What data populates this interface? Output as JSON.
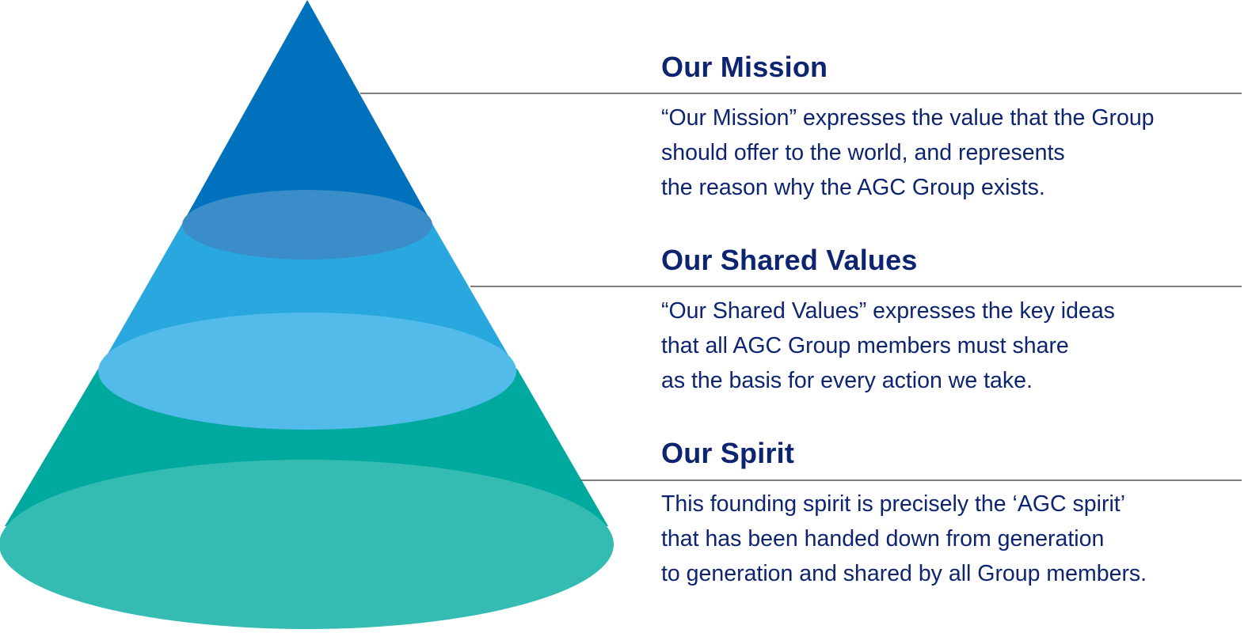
{
  "sections": [
    {
      "title": "Our Mission",
      "lines": [
        "“Our Mission” expresses the value that the Group",
        "should offer to the world, and represents",
        "the reason why the AGC Group exists."
      ]
    },
    {
      "title": "Our Shared Values",
      "lines": [
        "“Our Shared Values” expresses the key ideas",
        "that all AGC Group members must share",
        "as the basis for every action we take."
      ]
    },
    {
      "title": "Our Spirit",
      "lines": [
        "This founding spirit is precisely the ‘AGC spirit’",
        "that has been handed down from generation",
        "to generation and shared by all Group members."
      ]
    }
  ],
  "colors": {
    "title_text": "#0d2470",
    "body_text": "#0d2470",
    "divider": "#555555",
    "tier_top": "#0071bc",
    "tier_top_ellipse": "#3a8dc9",
    "tier_middle": "#29a8e0",
    "tier_middle_ellipse": "#52bbea",
    "tier_bottom": "#00a99d",
    "tier_bottom_ellipse": "#34bcb3"
  }
}
